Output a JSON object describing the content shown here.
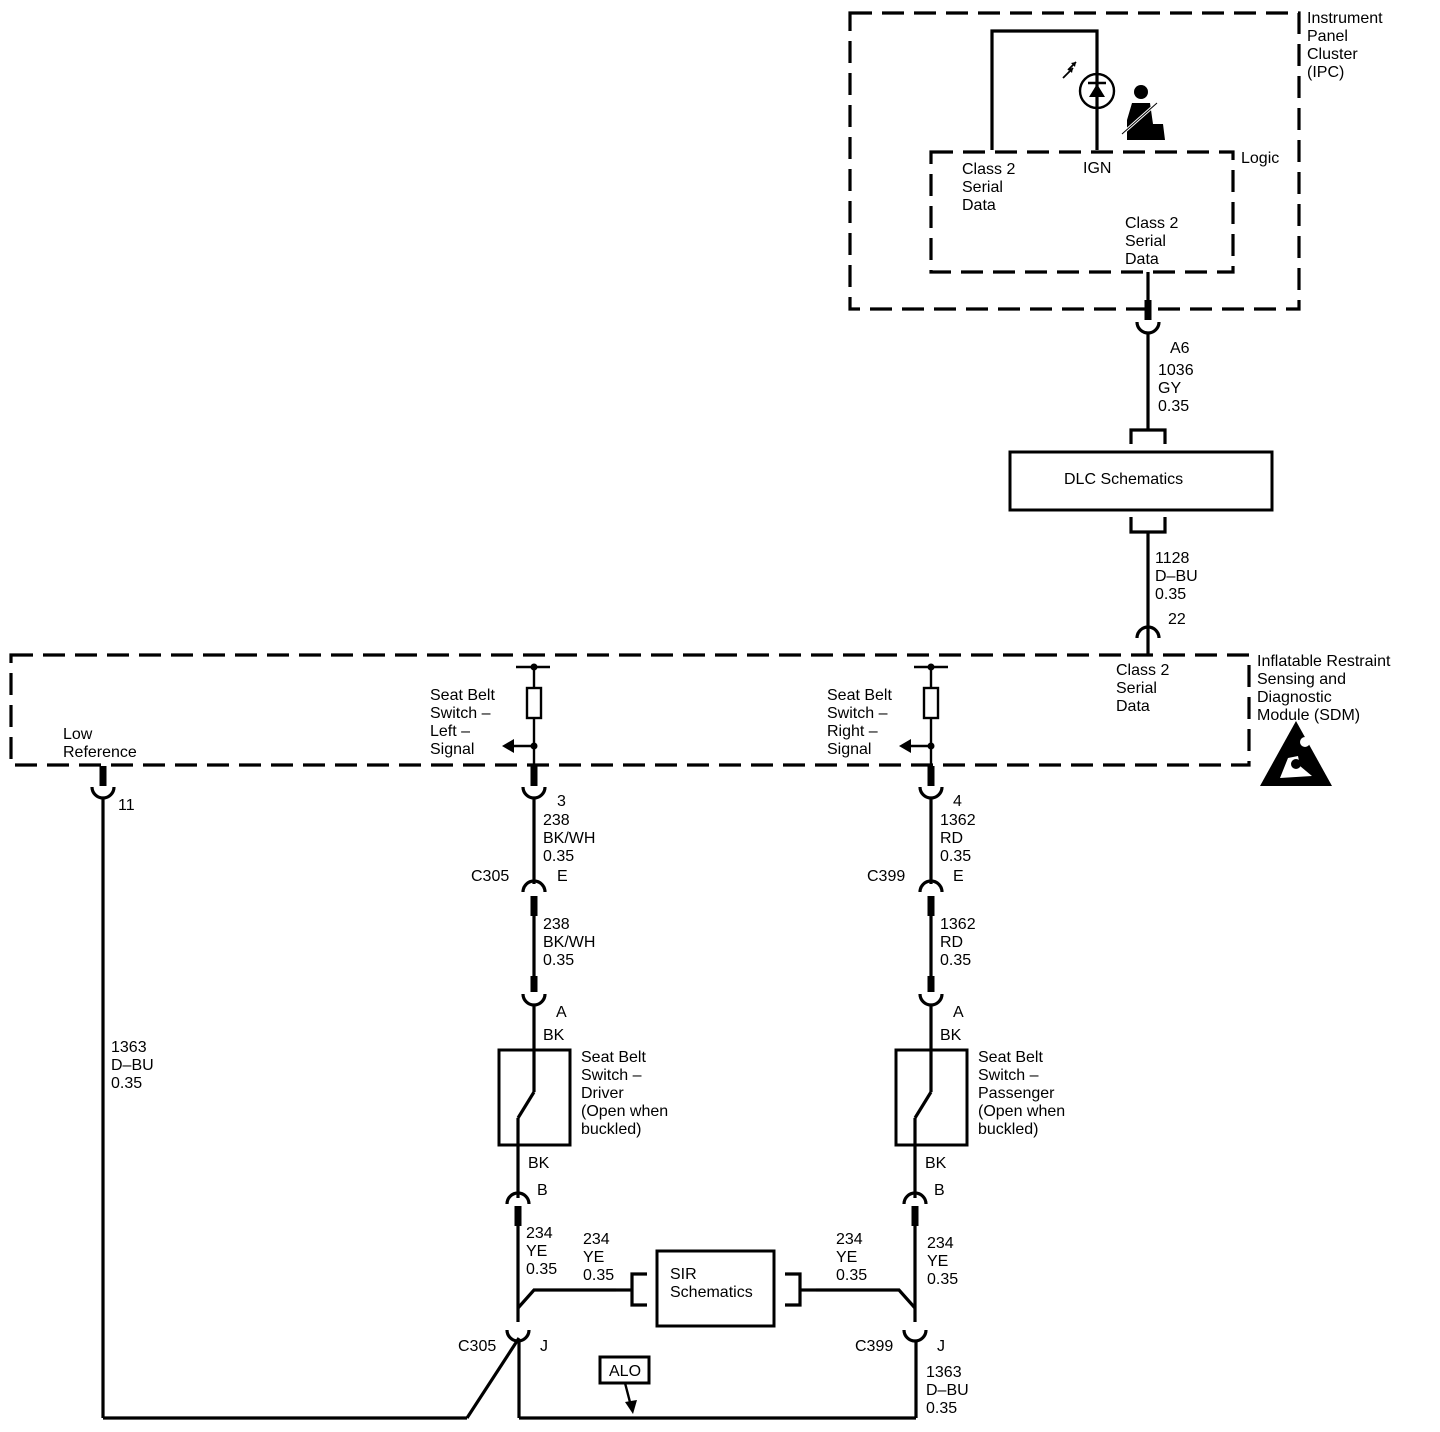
{
  "ipc": {
    "title": [
      "Instrument",
      "Panel",
      "Cluster",
      "(IPC)"
    ],
    "logic": "Logic",
    "class2_left": [
      "Class 2",
      "Serial",
      "Data"
    ],
    "ign": "IGN",
    "class2_right": [
      "Class 2",
      "Serial",
      "Data"
    ],
    "seatbelt_icon": "seatbelt-person-icon",
    "lamp_icon": "indicator-lamp-icon"
  },
  "dlc_wire_top": {
    "pin": "A6",
    "circuit": "1036",
    "color": "GY",
    "size": "0.35"
  },
  "dlc": {
    "label": "DLC Schematics"
  },
  "dlc_wire_bottom": {
    "circuit": "1128",
    "color": "D–BU",
    "size": "0.35",
    "pin": "22"
  },
  "sdm": {
    "title": [
      "Inflatable Restraint",
      "Sensing and",
      "Diagnostic",
      "Module (SDM)"
    ],
    "class2": [
      "Class 2",
      "Serial",
      "Data"
    ],
    "left_signal": [
      "Seat Belt",
      "Switch –",
      "Left –",
      "Signal"
    ],
    "right_signal": [
      "Seat Belt",
      "Switch –",
      "Right –",
      "Signal"
    ],
    "low_ref": [
      "Low",
      "Reference"
    ],
    "airbag_icon": "airbag-warning-icon"
  },
  "left_branch": {
    "pin_sdm": "3",
    "wire1": {
      "circuit": "238",
      "color": "BK/WH",
      "size": "0.35"
    },
    "conn": "C305",
    "conn_pin": "E",
    "wire2": {
      "circuit": "238",
      "color": "BK/WH",
      "size": "0.35"
    },
    "switch_pin_a": "A",
    "switch_color_a": "BK",
    "switch_label": [
      "Seat Belt",
      "Switch –",
      "Driver",
      "(Open when",
      "buckled)"
    ],
    "switch_color_b": "BK",
    "switch_pin_b": "B",
    "wire3": {
      "circuit": "234",
      "color": "YE",
      "size": "0.35"
    },
    "conn_bottom": "C305",
    "conn_bottom_pin": "J"
  },
  "right_branch": {
    "pin_sdm": "4",
    "wire1": {
      "circuit": "1362",
      "color": "RD",
      "size": "0.35"
    },
    "conn": "C399",
    "conn_pin": "E",
    "wire2": {
      "circuit": "1362",
      "color": "RD",
      "size": "0.35"
    },
    "switch_pin_a": "A",
    "switch_color_a": "BK",
    "switch_label": [
      "Seat Belt",
      "Switch –",
      "Passenger",
      "(Open when",
      "buckled)"
    ],
    "switch_color_b": "BK",
    "switch_pin_b": "B",
    "wire3": {
      "circuit": "234",
      "color": "YE",
      "size": "0.35"
    },
    "conn_bottom": "C399",
    "conn_bottom_pin": "J",
    "wire4": {
      "circuit": "1363",
      "color": "D–BU",
      "size": "0.35"
    }
  },
  "sir": {
    "label": [
      "SIR",
      "Schematics"
    ],
    "wire_left": {
      "circuit": "234",
      "color": "YE",
      "size": "0.35"
    },
    "wire_right": {
      "circuit": "234",
      "color": "YE",
      "size": "0.35"
    }
  },
  "low_ref_wire": {
    "pin": "11",
    "circuit": "1363",
    "color": "D–BU",
    "size": "0.35"
  },
  "alo": {
    "label": "ALO"
  }
}
